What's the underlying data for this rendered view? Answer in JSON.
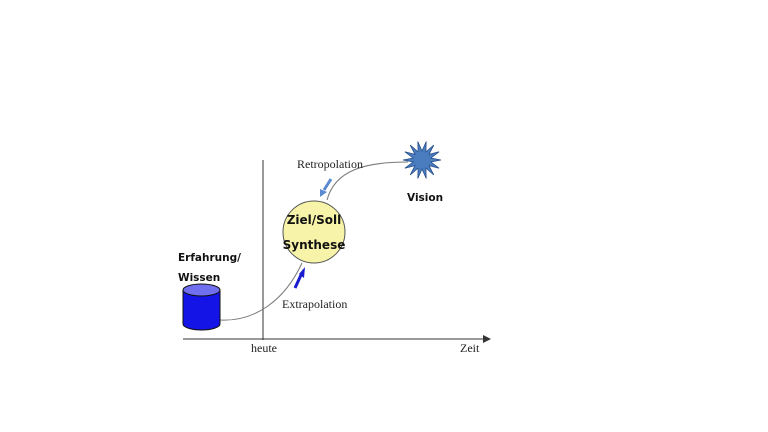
{
  "labels": {
    "retropolation": "Retropolation",
    "vision": "Vision",
    "goal_line1": "Ziel/Soll",
    "goal_line2": "Synthese",
    "experience_line1": "Erfahrung/",
    "experience_line2": "Wissen",
    "extrapolation": "Extrapolation",
    "today": "heute",
    "time": "Zeit"
  },
  "colors": {
    "cylinder": "#1414e6",
    "cylinder_top": "#6f6ff0",
    "circle_fill": "#f7f3a8",
    "star": "#4a7cc0",
    "extrapolation_arrow": "#1a1ad0",
    "retropolation_arrow": "#5b8ad0"
  }
}
